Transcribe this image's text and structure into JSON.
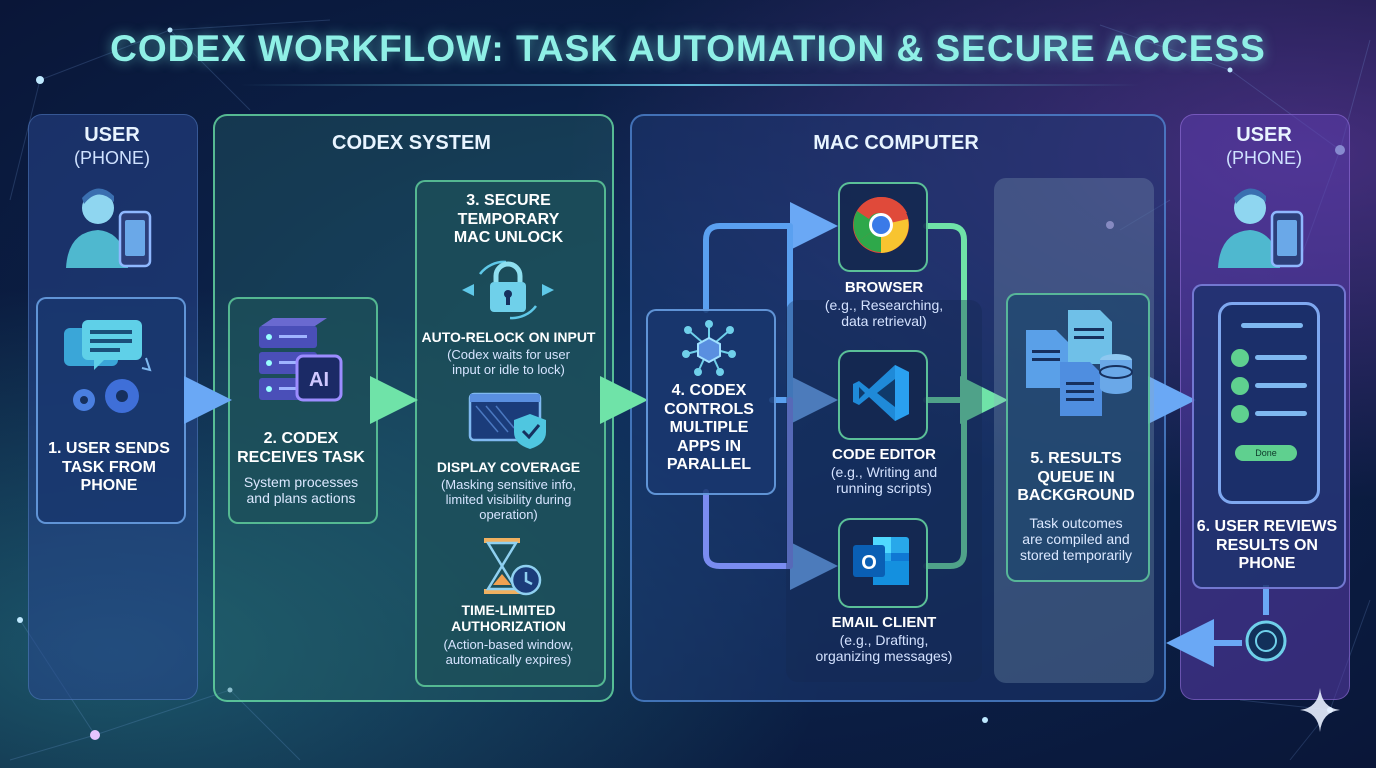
{
  "title": "CODEX WORKFLOW: TASK AUTOMATION & SECURE ACCESS",
  "columns": {
    "user_left": {
      "title": "USER",
      "subtitle": "(PHONE)"
    },
    "codex": {
      "title": "CODEX SYSTEM"
    },
    "mac": {
      "title": "MAC COMPUTER"
    },
    "user_right": {
      "title": "USER",
      "subtitle": "(PHONE)"
    }
  },
  "steps": {
    "s1": {
      "lines": [
        "1. USER SENDS",
        "TASK FROM",
        "PHONE"
      ]
    },
    "s2": {
      "lines": [
        "2. CODEX",
        "RECEIVES TASK"
      ],
      "desc": [
        "System processes",
        "and plans actions"
      ]
    },
    "s3": {
      "lines": [
        "3. SECURE",
        "TEMPORARY",
        "MAC UNLOCK"
      ]
    },
    "s4": {
      "lines": [
        "4. CODEX",
        "CONTROLS",
        "MULTIPLE",
        "APPS IN",
        "PARALLEL"
      ]
    },
    "s5": {
      "lines": [
        "5. RESULTS",
        "QUEUE IN",
        "BACKGROUND"
      ],
      "desc": [
        "Task outcomes",
        "are compiled and",
        "stored temporarily"
      ]
    },
    "s6": {
      "lines": [
        "6. USER REVIEWS",
        "RESULTS ON",
        "PHONE"
      ]
    }
  },
  "security_features": [
    {
      "title": "AUTO-RELOCK ON INPUT",
      "desc": [
        "(Codex waits for user",
        "input or idle to lock)"
      ],
      "icon": "lock-cycle-icon"
    },
    {
      "title": "DISPLAY COVERAGE",
      "desc": [
        "(Masking sensitive info,",
        "limited visibility during",
        "operation)"
      ],
      "icon": "shield-screen-icon"
    },
    {
      "title": "TIME-LIMITED",
      "title2": "AUTHORIZATION",
      "desc": [
        "(Action-based window,",
        "automatically expires)"
      ],
      "icon": "hourglass-clock-icon"
    }
  ],
  "apps": [
    {
      "name": "BROWSER",
      "desc": [
        "(e.g., Researching,",
        "data retrieval)"
      ],
      "icon": "chrome-icon"
    },
    {
      "name": "CODE EDITOR",
      "desc": [
        "(e.g., Writing and",
        "running scripts)"
      ],
      "icon": "code-editor-icon"
    },
    {
      "name": "EMAIL CLIENT",
      "desc": [
        "(e.g., Drafting,",
        "organizing messages)"
      ],
      "icon": "outlook-icon"
    }
  ],
  "phone_screen": {
    "button": "Done"
  },
  "icons": {
    "ai_label": "AI",
    "outlook_letter": "O"
  },
  "colors": {
    "title": "#8ff0e6",
    "green_accent": "#6fe3a8",
    "blue_accent": "#6aa8f5",
    "purple_accent": "#a88cf0"
  }
}
